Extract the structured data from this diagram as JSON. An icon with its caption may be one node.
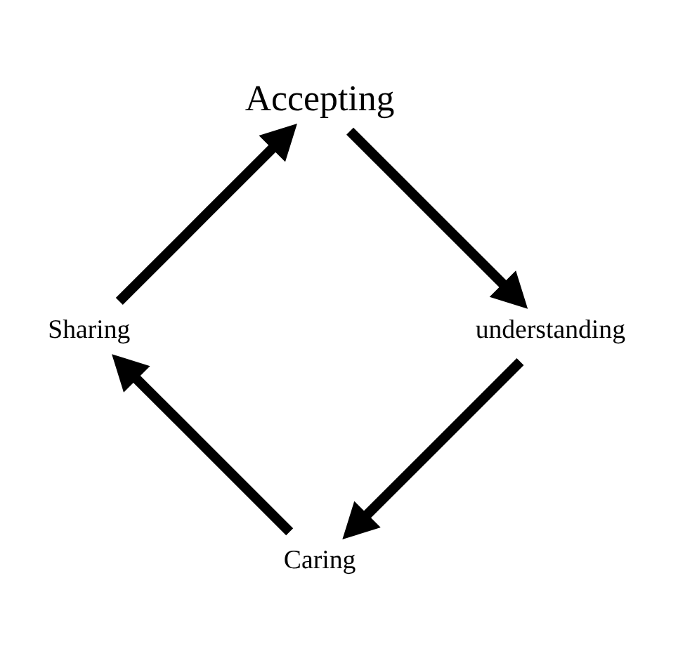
{
  "diagram": {
    "nodes": [
      {
        "text": [
          "Caring"
        ]
      },
      {
        "text": [
          "Sharing"
        ]
      },
      {
        "text": [
          "Accepting"
        ]
      },
      {
        "text": [
          "understanding"
        ]
      }
    ],
    "edges": [
      {
        "from": 0,
        "to": 1,
        "arrow": "to"
      },
      {
        "from": 1,
        "to": 2,
        "arrow": "to"
      },
      {
        "from": 2,
        "to": 3,
        "arrow": "to"
      },
      {
        "from": 3,
        "to": 0,
        "arrow": "to"
      }
    ]
  }
}
